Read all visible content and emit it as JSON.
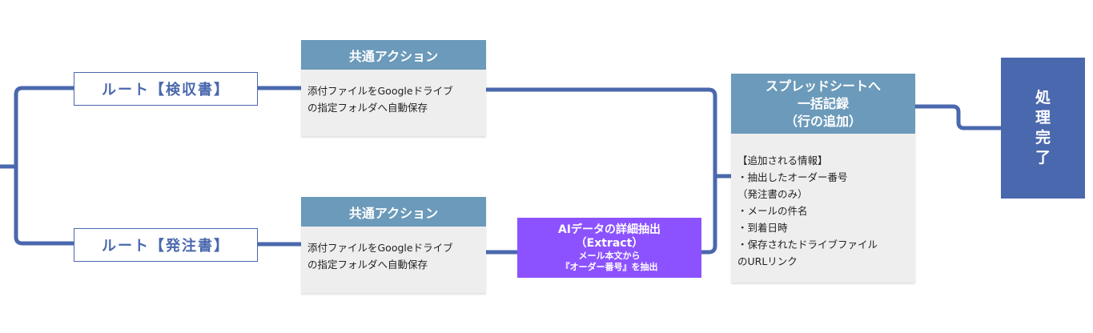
{
  "routes": [
    {
      "label": "ルート【検収書】"
    },
    {
      "label": "ルート【発注書】"
    }
  ],
  "common_actions": [
    {
      "title": "共通アクション",
      "body": [
        "添付ファイルをGoogleドライブ",
        "の指定フォルダへ自動保存"
      ]
    },
    {
      "title": "共通アクション",
      "body": [
        "添付ファイルをGoogleドライブ",
        "の指定フォルダへ自動保存"
      ]
    }
  ],
  "ai_extract": {
    "title": "AIデータの詳細抽出",
    "subtitle": "（Extract）",
    "desc": [
      "メール本文から",
      "『オーダー番号』を抽出"
    ]
  },
  "spreadsheet": {
    "title": [
      "スプレッドシートへ",
      "一括記録",
      "（行の追加）"
    ],
    "body": [
      "【追加される情報】",
      "・抽出したオーダー番号",
      "（発注書のみ）",
      "・メールの件名",
      "・到着日時",
      "・保存されたドライブファイル",
      "のURLリンク"
    ]
  },
  "final": {
    "label": [
      "処",
      "理",
      "完",
      "了"
    ]
  },
  "colors": {
    "line": "#4a68ad",
    "header": "#6b9aba",
    "ai": "#8c52ff",
    "final": "#4a68ad"
  }
}
